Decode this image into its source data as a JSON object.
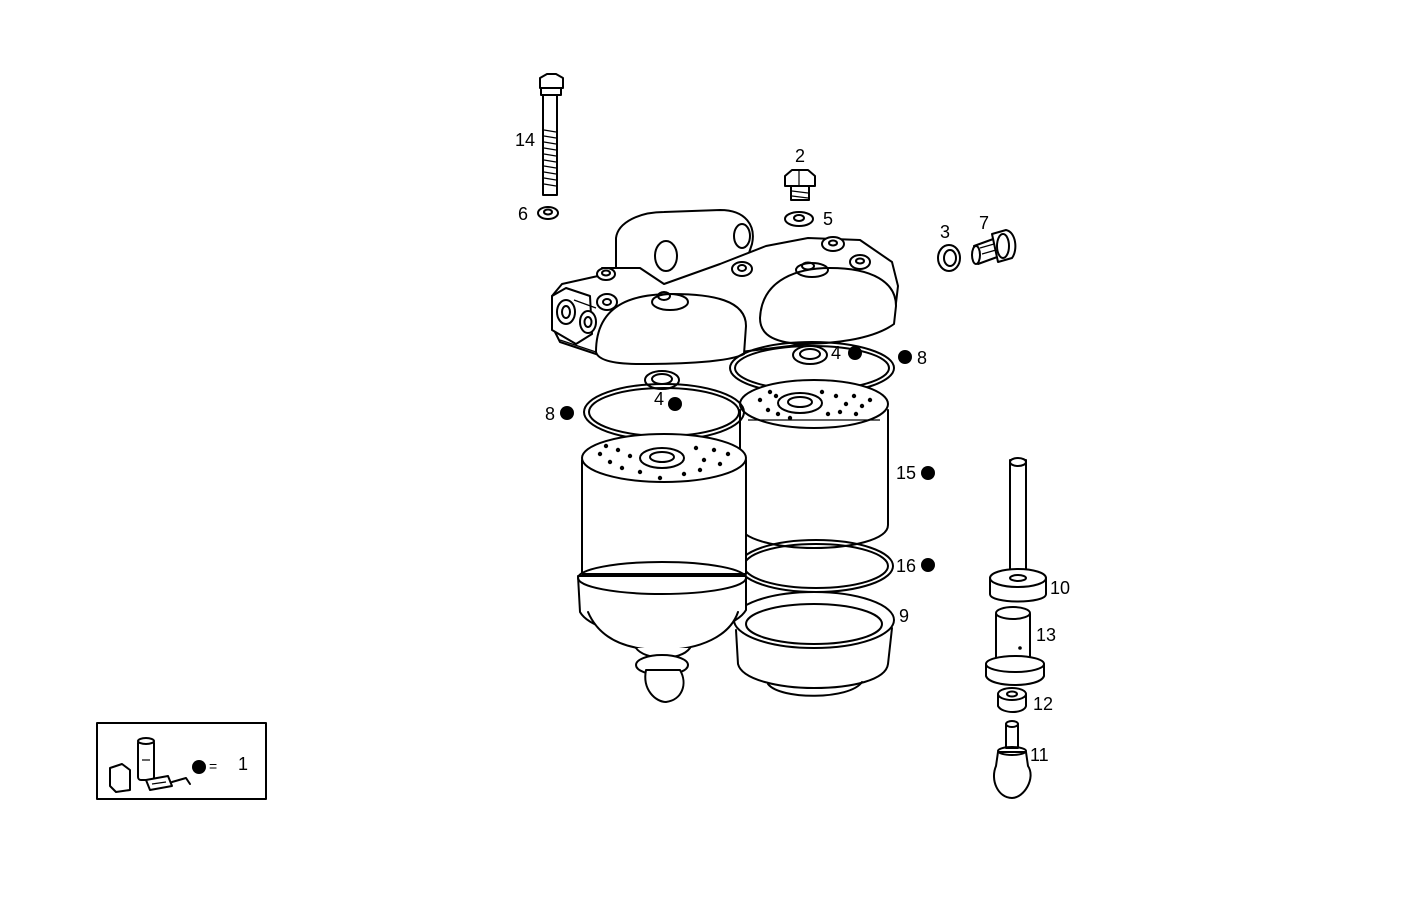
{
  "callouts": {
    "c14": "14",
    "c6": "6",
    "c2": "2",
    "c5": "5",
    "c3": "3",
    "c7": "7",
    "c4_right": "4",
    "c8_right": "8",
    "c4_left": "4",
    "c8_left": "8",
    "c15": "15",
    "c16": "16",
    "c9": "9",
    "c10": "10",
    "c13": "13",
    "c12": "12",
    "c11": "11"
  },
  "legend": {
    "equals": "=",
    "kit_number": "1"
  },
  "colors": {
    "line": "#000000",
    "background": "#ffffff"
  }
}
